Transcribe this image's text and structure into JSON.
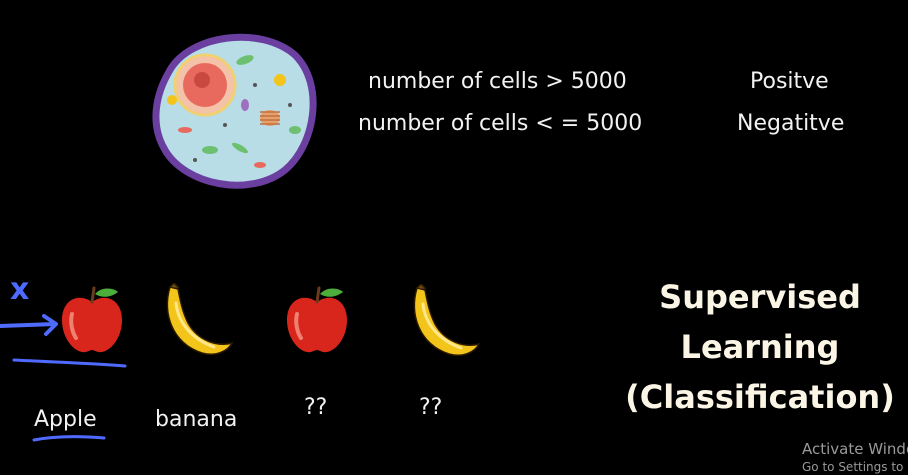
{
  "rules": {
    "rule1": "number of cells > 5000",
    "rule2": "number of cells < = 5000",
    "outcome1": "Positve",
    "outcome2": "Negatitve"
  },
  "annotations": {
    "x_mark": "x"
  },
  "items": [
    {
      "label": "Apple",
      "icon": "apple-icon"
    },
    {
      "label": "banana",
      "icon": "banana-icon"
    },
    {
      "label": "??",
      "icon": "apple-icon"
    },
    {
      "label": "??",
      "icon": "banana-icon"
    }
  ],
  "title": {
    "line1": "Supervised",
    "line2": "Learning",
    "line3": "(Classification)"
  },
  "watermark": {
    "line1": "Activate Windo",
    "line2": "Go to Settings to a"
  },
  "colors": {
    "background": "#000000",
    "pen_blue": "#4f6bff",
    "apple_red": "#d8261c",
    "banana_yellow": "#f3c419",
    "title_cream": "#fbf5e6"
  }
}
